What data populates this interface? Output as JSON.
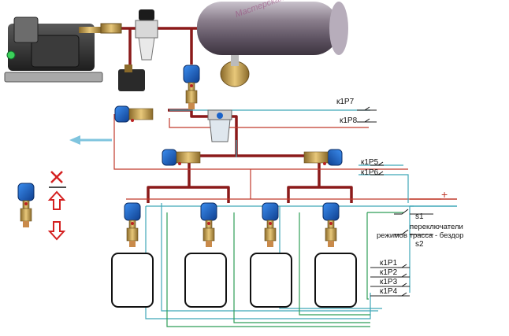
{
  "relays": {
    "k1p7": "к1Р7",
    "k1p8": "к1Р8",
    "k1p5": "к1Р5",
    "k1p6": "к1Р6",
    "k1p1": "к1Р1",
    "k1p2": "к1Р2",
    "k1p3": "к1Р3",
    "k1p4": "к1Р4"
  },
  "switches": {
    "s1": "s1",
    "s2": "s2",
    "caption_line1": "переключатели",
    "caption_line2": "режимов  трасса - бездор"
  },
  "power": {
    "plus": "+"
  },
  "watermark": "Мастерская",
  "colors": {
    "air_line": "#8b1a1a",
    "wire_red": "#c0392b",
    "wire_teal": "#3fa7b8",
    "wire_green": "#2e9e57",
    "wire_black": "#222222",
    "exhaust_arrow": "#7fc4de",
    "valve_blue": "#1b63c9",
    "legend_red": "#d42020"
  }
}
